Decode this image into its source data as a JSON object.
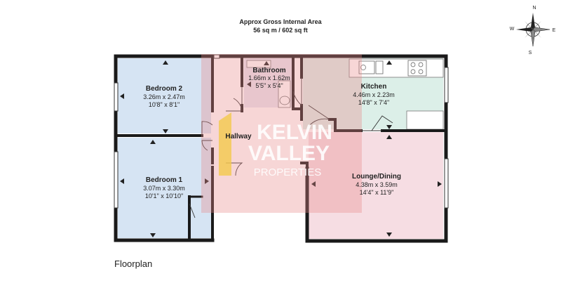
{
  "header": {
    "title": "Approx Gross Internal Area",
    "area": "56 sq m / 602 sq ft"
  },
  "compass": {
    "n": "N",
    "e": "E",
    "s": "S",
    "w": "W"
  },
  "rooms": {
    "bedroom2": {
      "name": "Bedroom 2",
      "metric": "3.26m x 2.47m",
      "imperial": "10'8\" x 8'1\""
    },
    "bedroom1": {
      "name": "Bedroom 1",
      "metric": "3.07m x 3.30m",
      "imperial": "10'1\" x 10'10\""
    },
    "bathroom": {
      "name": "Bathroom",
      "metric": "1.66m x 1.62m",
      "imperial": "5'5\" x 5'4\""
    },
    "hallway": {
      "name": "Hallway"
    },
    "kitchen": {
      "name": "Kitchen",
      "metric": "4.46m x 2.23m",
      "imperial": "14'8\" x 7'4\""
    },
    "lounge": {
      "name": "Lounge/Dining",
      "metric": "4.38m x 3.59m",
      "imperial": "14'4\" x 11'9\""
    }
  },
  "watermark": {
    "line1": "KELVIN",
    "line2": "VALLEY",
    "line3": "PROPERTIES"
  },
  "caption": "Floorplan",
  "colors": {
    "wall": "#1a1a1a",
    "bedroom": "#d6e4f3",
    "kitchen": "#dcefe8",
    "lounge": "#f6dde3",
    "bathroom": "#e9e6f2",
    "hallway": "#ffffff",
    "watermark": "#e88a8a"
  }
}
